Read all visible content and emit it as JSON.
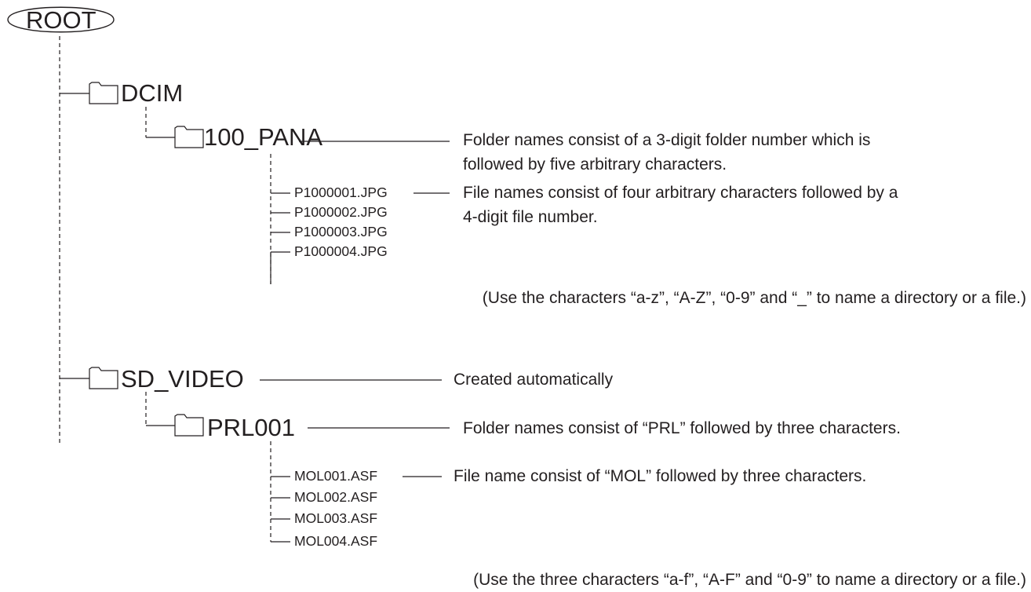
{
  "tree": {
    "root": {
      "label": "ROOT"
    },
    "dcim": {
      "label": "DCIM",
      "folder": {
        "label": "100_PANA",
        "note": "Folder names consist of a 3-digit folder number which is followed by five arbitrary characters.",
        "note_line1": "Folder names consist of a 3-digit folder number which is",
        "note_line2": "followed by five arbitrary characters.",
        "files": [
          "P1000001.JPG",
          "P1000002.JPG",
          "P1000003.JPG",
          "P1000004.JPG"
        ],
        "files_note_line1": "File names consist of four arbitrary characters followed by a",
        "files_note_line2": "4-digit file number."
      },
      "naming_rule": "(Use the characters “a-z”, “A-Z”, “0-9” and “_” to name a directory or a file.)"
    },
    "sd_video": {
      "label": "SD_VIDEO",
      "note": "Created automatically",
      "folder": {
        "label": "PRL001",
        "note": "Folder names consist of “PRL” followed by three characters.",
        "files": [
          "MOL001.ASF",
          "MOL002.ASF",
          "MOL003.ASF",
          "MOL004.ASF"
        ],
        "files_note": "File name consist of “MOL” followed by three characters."
      },
      "naming_rule": "(Use the three characters “a-f”, “A-F” and “0-9” to name a directory or a file.)"
    }
  }
}
